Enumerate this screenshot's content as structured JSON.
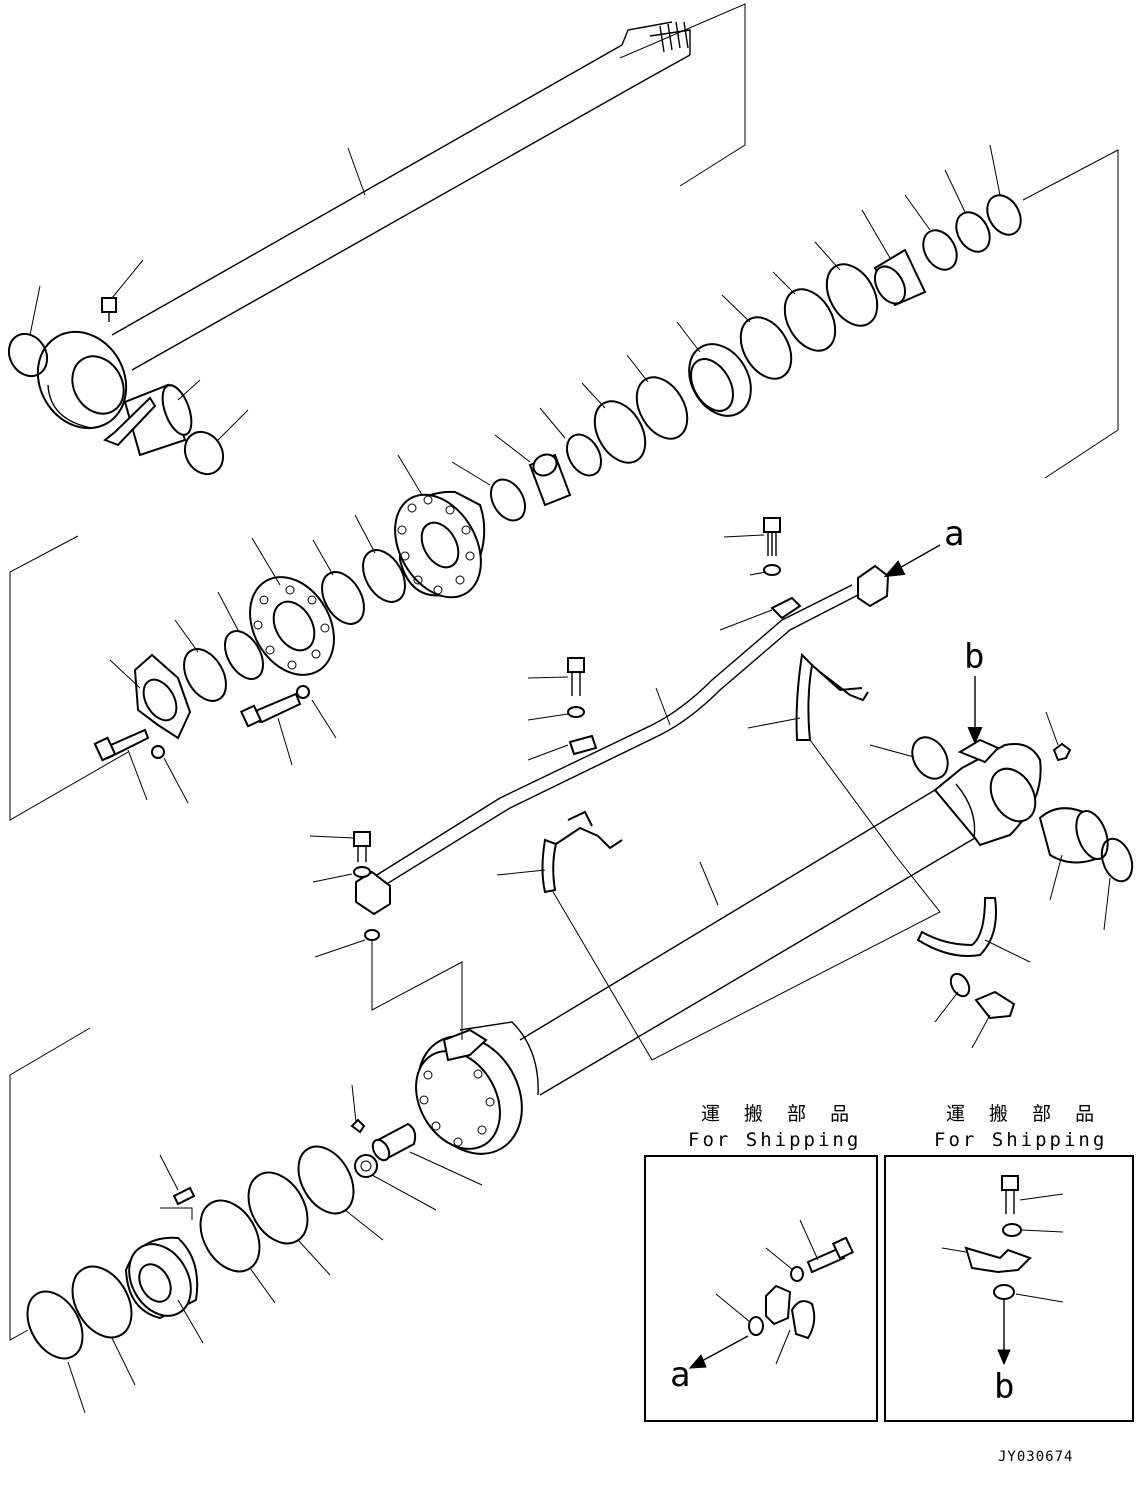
{
  "callouts": {
    "a_main": "a",
    "b_main": "b",
    "a_inset": "a",
    "b_inset": "b"
  },
  "insets": [
    {
      "title_jp": "運 搬 部 品",
      "title_en": "For Shipping"
    },
    {
      "title_jp": "運 搬 部 品",
      "title_en": "For Shipping"
    }
  ],
  "drawing_id": "JY030674"
}
